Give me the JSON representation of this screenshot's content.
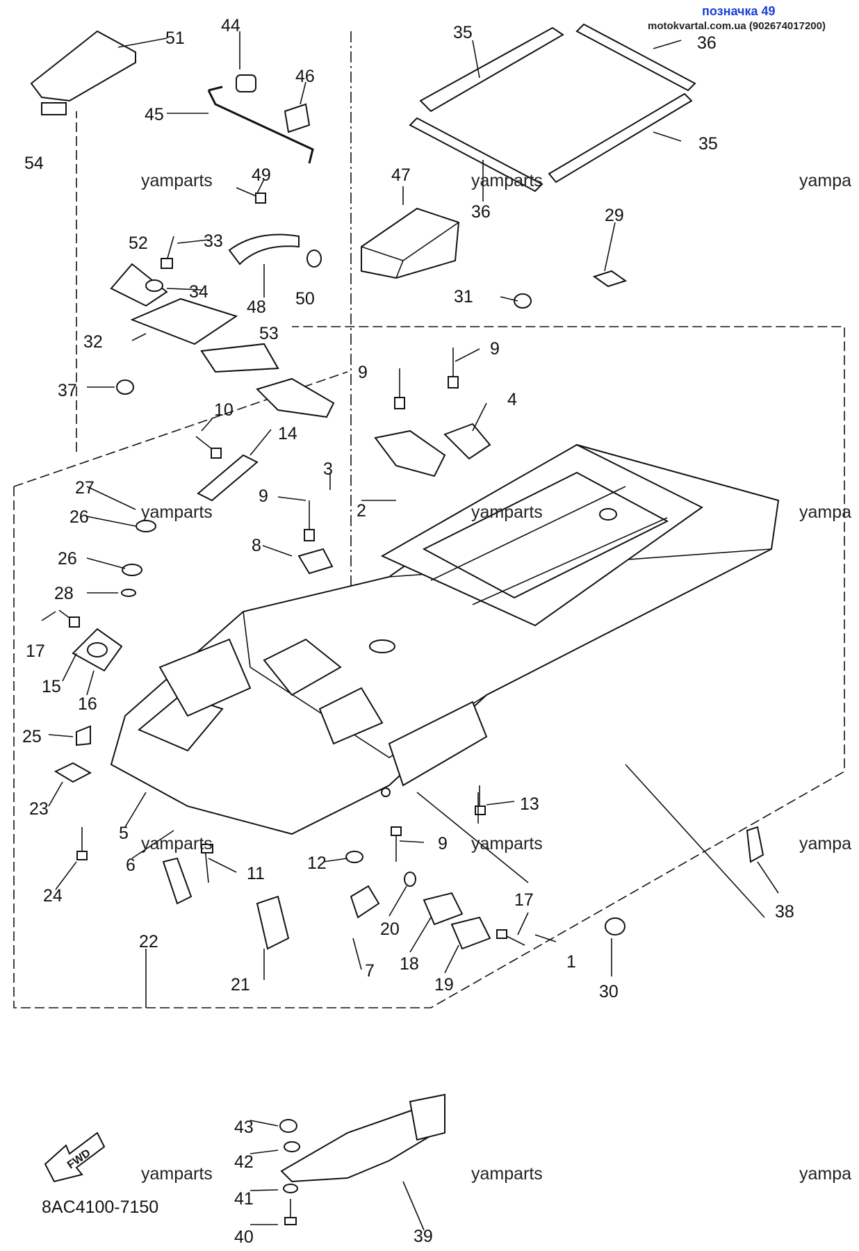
{
  "header": {
    "badge": "позначка 49",
    "site": "motokvartal.com.ua (902674017200)"
  },
  "watermark": "yamparts",
  "watermark_cut": "yampa",
  "diagram_code": "8AC4100-7150",
  "fwd_label": "FWD",
  "part_labels": [
    "1",
    "2",
    "3",
    "4",
    "5",
    "6",
    "7",
    "8",
    "9",
    "9",
    "9",
    "9",
    "9",
    "10",
    "11",
    "12",
    "13",
    "14",
    "15",
    "16",
    "17",
    "17",
    "18",
    "19",
    "20",
    "21",
    "22",
    "23",
    "24",
    "25",
    "26",
    "26",
    "27",
    "28",
    "29",
    "30",
    "31",
    "32",
    "33",
    "34",
    "35",
    "35",
    "36",
    "36",
    "37",
    "38",
    "39",
    "40",
    "41",
    "42",
    "43",
    "44",
    "45",
    "46",
    "47",
    "48",
    "49",
    "50",
    "51",
    "52",
    "53",
    "54"
  ]
}
